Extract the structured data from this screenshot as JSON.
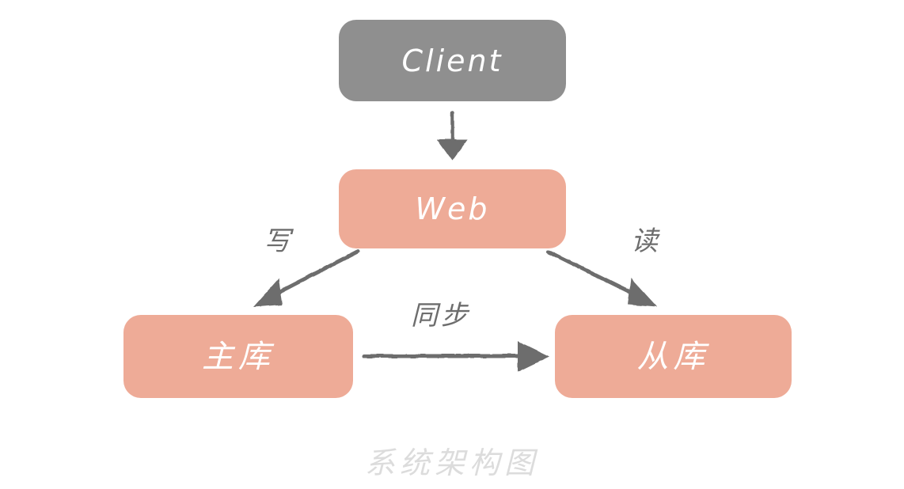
{
  "diagram": {
    "caption": "系统架构图",
    "background_color": "#ffffff",
    "nodes": [
      {
        "id": "client",
        "label": "Client",
        "color": "#8f8f8f",
        "text_color": "#ffffff"
      },
      {
        "id": "web",
        "label": "Web",
        "color": "#eeab97",
        "text_color": "#ffffff"
      },
      {
        "id": "master",
        "label": "主库",
        "color": "#eeab97",
        "text_color": "#ffffff"
      },
      {
        "id": "slave",
        "label": "从库",
        "color": "#eeab97",
        "text_color": "#ffffff"
      }
    ],
    "edges": [
      {
        "id": "client-web",
        "from": "client",
        "to": "web",
        "label": ""
      },
      {
        "id": "web-master",
        "from": "web",
        "to": "master",
        "label": "写"
      },
      {
        "id": "web-slave",
        "from": "web",
        "to": "slave",
        "label": "读"
      },
      {
        "id": "master-slave",
        "from": "master",
        "to": "slave",
        "label": "同步"
      }
    ],
    "edge_color": "#6d6d6d",
    "caption_color": "#dcdcdc"
  }
}
